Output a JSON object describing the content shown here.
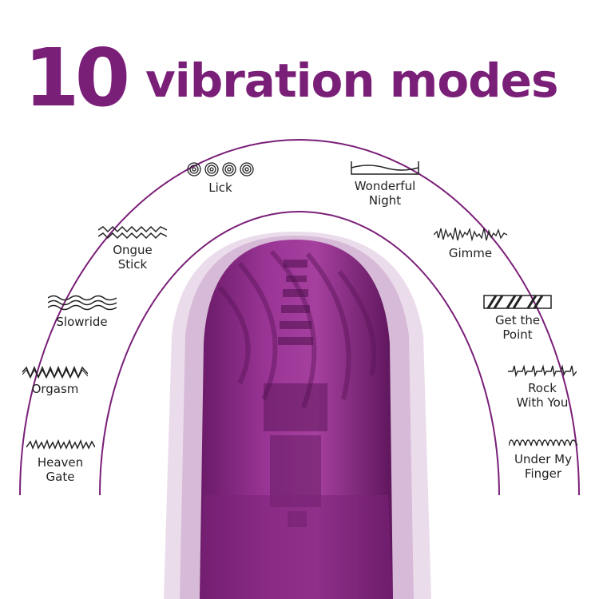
{
  "headline": {
    "number": "10",
    "text": "vibration modes"
  },
  "colors": {
    "brand": "#7a1f78",
    "arc": "#7a1f78",
    "device_main": "#8e2a8a",
    "device_shadow": "#c9a6c9"
  },
  "modes": [
    {
      "label": "Heaven\nGate",
      "icon": "sawtooth-wave-icon"
    },
    {
      "label": "Orgasm",
      "icon": "zigzag-wave-icon"
    },
    {
      "label": "Slowride",
      "icon": "triple-wave-icon"
    },
    {
      "label": "Ongue\nStick",
      "icon": "double-zigzag-icon"
    },
    {
      "label": "Lick",
      "icon": "spiral-icon"
    },
    {
      "label": "Wonderful\nNight",
      "icon": "box-wave-icon"
    },
    {
      "label": "Gimme",
      "icon": "noise-wave-icon"
    },
    {
      "label": "Get the\nPoint",
      "icon": "stripe-pattern-icon"
    },
    {
      "label": "Rock\nWith You",
      "icon": "spike-wave-icon"
    },
    {
      "label": "Under My\nFinger",
      "icon": "loop-wave-icon"
    }
  ]
}
